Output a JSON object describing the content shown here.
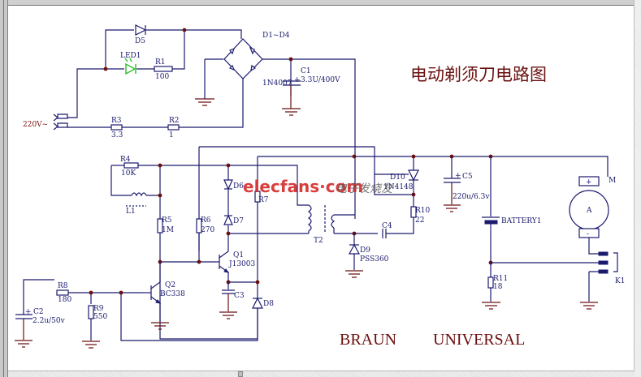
{
  "title": "电动剃须刀电路图",
  "brand_left": "BRAUN",
  "brand_right": "UNIVERSAL",
  "watermark": {
    "site": "elecfans·com",
    "cn": "电子发烧友"
  },
  "source": {
    "label": "220V~"
  },
  "components": {
    "D5": {
      "ref": "D5"
    },
    "LED1": {
      "ref": "LED1"
    },
    "R1": {
      "ref": "R1",
      "value": "100"
    },
    "D1_D4": {
      "ref": "D1~D4",
      "value": "1N4007"
    },
    "C1": {
      "ref": "C1",
      "value": "3.3U/400V"
    },
    "R3": {
      "ref": "R3",
      "value": "3.3"
    },
    "R2": {
      "ref": "R2",
      "value": "1"
    },
    "R4": {
      "ref": "R4",
      "value": "10K"
    },
    "L1": {
      "ref": "L1"
    },
    "R5": {
      "ref": "R5",
      "value": "1M"
    },
    "R6": {
      "ref": "R6",
      "value": "270"
    },
    "D6": {
      "ref": "D6"
    },
    "D7": {
      "ref": "D7"
    },
    "R7": {
      "ref": "R7"
    },
    "Q1": {
      "ref": "Q1",
      "value": "J13003"
    },
    "C3": {
      "ref": "C3"
    },
    "D8": {
      "ref": "D8"
    },
    "T2": {
      "ref": "T2"
    },
    "D9": {
      "ref": "D9",
      "value": "PSS360"
    },
    "C4": {
      "ref": "C4"
    },
    "D10": {
      "ref": "D10",
      "value": "1N4148"
    },
    "R10": {
      "ref": "R10",
      "value": "22"
    },
    "C5": {
      "ref": "C5",
      "value": "220u/6.3v"
    },
    "BATTERY1": {
      "ref": "BATTERY1"
    },
    "R11": {
      "ref": "R11",
      "value": "18"
    },
    "M": {
      "ref": "M",
      "plus": "+",
      "minus": "-",
      "center": "A"
    },
    "K1": {
      "ref": "K1"
    },
    "Q2": {
      "ref": "Q2",
      "value": "BC338"
    },
    "R8": {
      "ref": "R8",
      "value": "180"
    },
    "R9": {
      "ref": "R9",
      "value": "550"
    },
    "C2": {
      "ref": "C2",
      "value": "2.2u/50v"
    }
  },
  "polarity_plus": "+"
}
